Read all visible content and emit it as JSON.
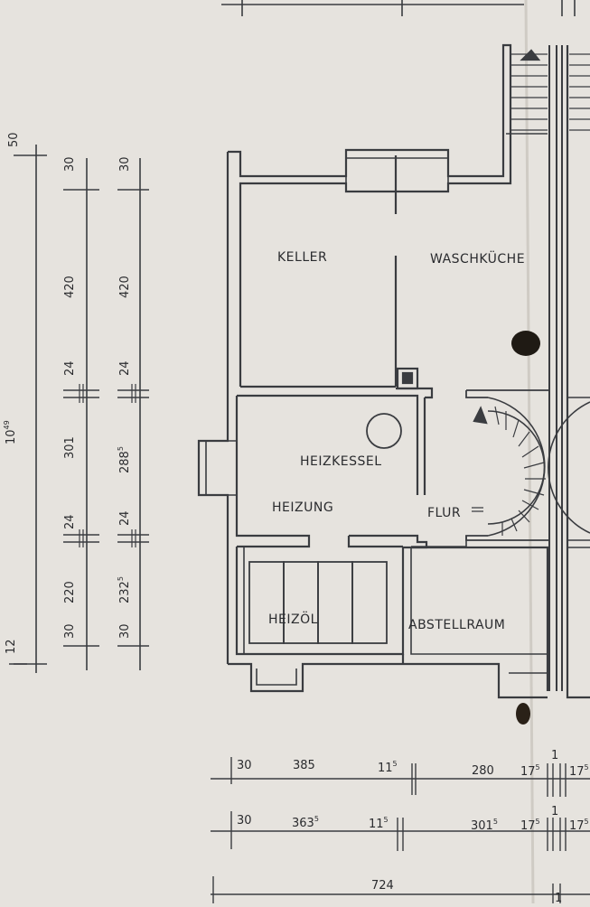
{
  "rooms": {
    "keller": "KELLER",
    "waschkueche": "WASCHKÜCHE",
    "heizkessel": "HEIZKESSEL",
    "heizung": "HEIZUNG",
    "flur": "FLUR",
    "heizoel": "HEIZÖL",
    "abstellraum": "ABSTELLRAUM"
  },
  "dimensions": {
    "left_total": {
      "base": "10",
      "sup": "49"
    },
    "left_top": "50",
    "left_bottom": "12",
    "col1": [
      "30",
      "420",
      "24",
      "301",
      "24",
      "220",
      "30"
    ],
    "col2": [
      {
        "base": "30",
        "sup": ""
      },
      {
        "base": "420",
        "sup": ""
      },
      {
        "base": "24",
        "sup": ""
      },
      {
        "base": "288",
        "sup": "5"
      },
      {
        "base": "24",
        "sup": ""
      },
      {
        "base": "232",
        "sup": "5"
      },
      {
        "base": "30",
        "sup": ""
      }
    ],
    "row1": [
      {
        "base": "30",
        "sup": ""
      },
      {
        "base": "385",
        "sup": ""
      },
      {
        "base": "11",
        "sup": "5"
      },
      {
        "base": "280",
        "sup": ""
      },
      {
        "base": "17",
        "sup": "5"
      },
      {
        "base": "1",
        "sup": ""
      },
      {
        "base": "17",
        "sup": "5"
      }
    ],
    "row2": [
      {
        "base": "30",
        "sup": ""
      },
      {
        "base": "363",
        "sup": "5"
      },
      {
        "base": "11",
        "sup": "5"
      },
      {
        "base": "301",
        "sup": "5"
      },
      {
        "base": "17",
        "sup": "5"
      },
      {
        "base": "1",
        "sup": ""
      },
      {
        "base": "17",
        "sup": "5"
      }
    ],
    "total_width": "724",
    "total_extra": "1"
  },
  "colors": {
    "paper": "#e6e3de",
    "ink": "#3a3c40"
  }
}
